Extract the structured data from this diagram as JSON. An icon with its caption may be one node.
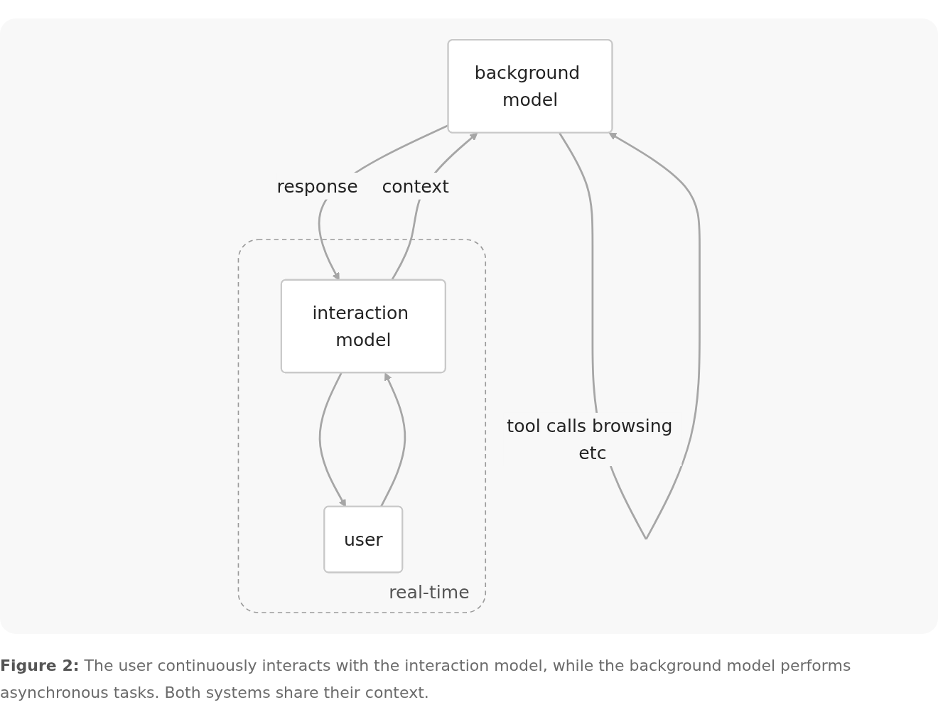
{
  "diagram": {
    "caption": "**Figure 2:** The user continuously interacts with the interaction model, while the background model performs asynchronous tasks. Both systems share their context.",
    "nodes": [
      {
        "text": [
          "background model"
        ]
      },
      {
        "text": [
          "real-time"
        ]
      },
      {
        "text": [
          "interaction model"
        ],
        "in": 1
      },
      {
        "text": [
          "user"
        ],
        "in": 1
      }
    ],
    "edges": [
      {
        "from": 3,
        "to": 2,
        "arrow": "to"
      },
      {
        "from": 2,
        "to": 3,
        "arrow": "to"
      },
      {
        "from": 2,
        "to": 0,
        "arrow": "to",
        "label": "context"
      },
      {
        "from": 0,
        "to": 2,
        "arrow": "to",
        "label": "response"
      },
      {
        "from": 0,
        "to": 0,
        "arrow": "to",
        "label": "tool calls browsing etc"
      }
    ]
  }
}
